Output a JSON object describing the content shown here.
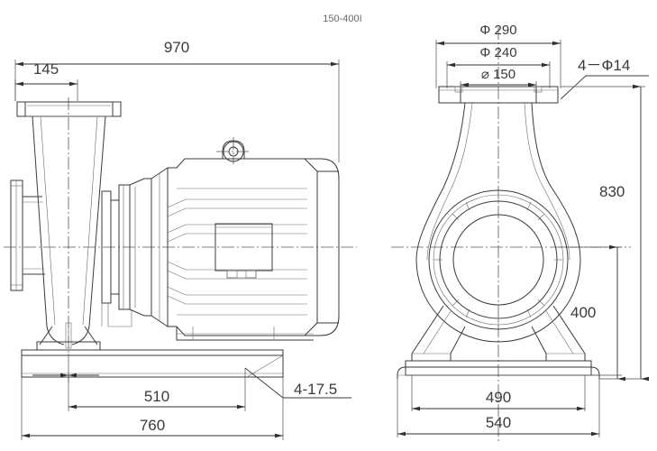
{
  "drawing": {
    "title": "150-400I",
    "views": [
      {
        "name": "side-elevation",
        "position": "left"
      },
      {
        "name": "front-elevation",
        "position": "right"
      }
    ]
  },
  "dimensions": {
    "side_view": {
      "overall_length": "970",
      "flange_offset": "145",
      "base_bolt_span": "510",
      "base_length": "760",
      "base_bolt_note": "4-17.5"
    },
    "front_view": {
      "flange_outer_diameter": "Φ 290",
      "flange_bolt_circle": "Φ  240",
      "bore_diameter": "⌀ 150",
      "flange_bolt_note": "4－Ф14",
      "overall_height": "830",
      "shaft_centerline_height": "400",
      "base_bolt_span": "490",
      "base_width": "540"
    }
  },
  "colors": {
    "line": "#3a3a3a",
    "dimension": "#2f2f2f",
    "centerline": "#555555",
    "title": "#6b6b6b",
    "background": "#ffffff"
  }
}
